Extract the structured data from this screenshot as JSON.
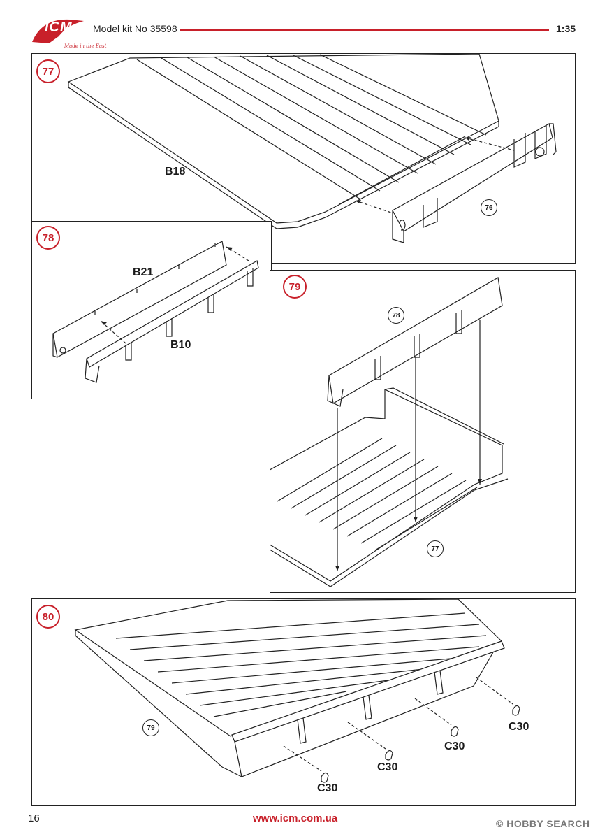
{
  "header": {
    "brand": "ICM",
    "tagline": "Made in the East",
    "kit_label": "Model kit No 35598",
    "scale": "1:35"
  },
  "steps": [
    {
      "number": "77",
      "parts": [
        "B18"
      ],
      "refs": [
        "76"
      ]
    },
    {
      "number": "78",
      "parts": [
        "B21",
        "B10"
      ]
    },
    {
      "number": "79",
      "refs": [
        "78",
        "77"
      ]
    },
    {
      "number": "80",
      "parts": [
        "C30",
        "C30",
        "C30",
        "C30"
      ],
      "refs": [
        "79"
      ]
    }
  ],
  "footer": {
    "page_number": "16",
    "url": "www.icm.com.ua",
    "watermark": "© HOBBY SEARCH"
  },
  "colors": {
    "accent": "#c8202a",
    "line": "#222222"
  }
}
